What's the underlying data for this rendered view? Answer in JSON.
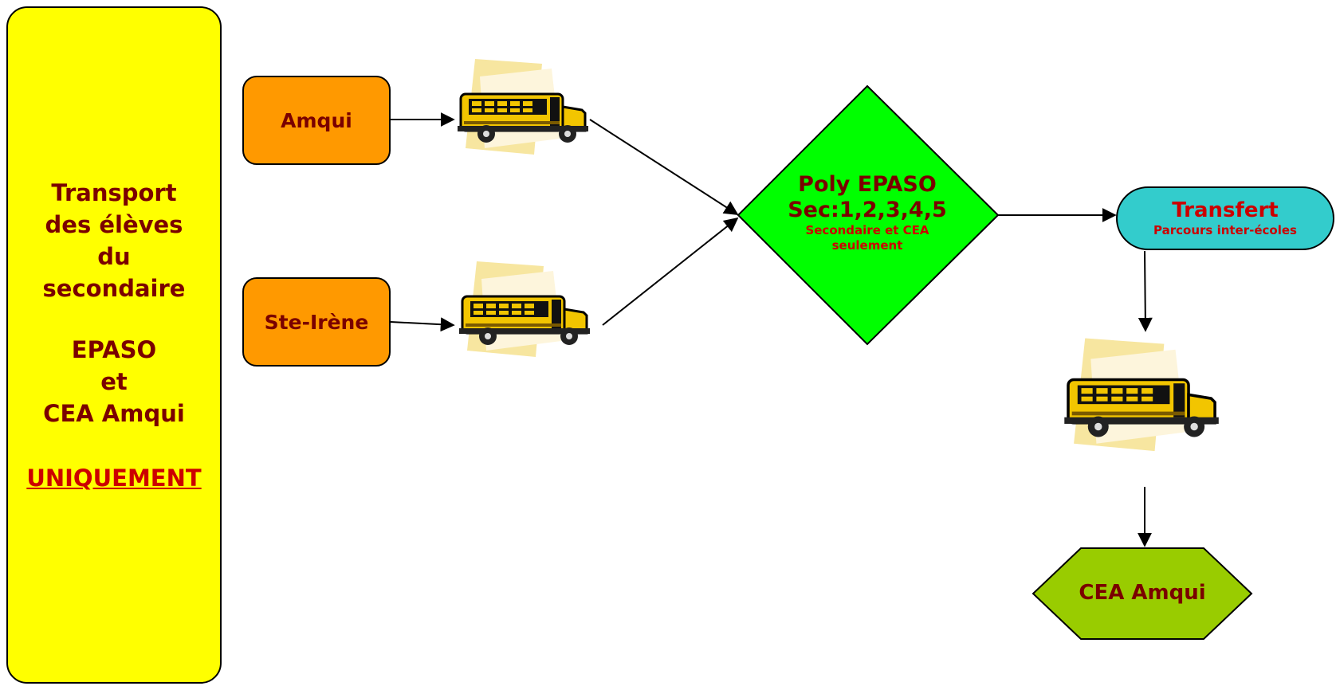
{
  "sidebar": {
    "line1": "Transport",
    "line2": "des élèves",
    "line3": "du",
    "line4": "secondaire",
    "line5": "EPASO",
    "line6": "et",
    "line7": "CEA Amqui",
    "line8": "UNIQUEMENT"
  },
  "nodes": {
    "amqui": "Amqui",
    "ste_irene": "Ste-Irène",
    "poly_title": "Poly EPASO",
    "poly_grades": "Sec:1,2,3,4,5",
    "poly_note_1": "Secondaire et CEA",
    "poly_note_2": "seulement",
    "transfert_title": "Transfert",
    "transfert_sub": "Parcours inter-écoles",
    "cea": "CEA Amqui"
  },
  "colors": {
    "sidebar": "#ffff00",
    "origin_box": "#ff9900",
    "diamond": "#00ff00",
    "pill": "#33cccc",
    "hexagon": "#99cc00",
    "text_dark_red": "#7a0000",
    "text_red": "#cc0000",
    "bus_body": "#f2c500"
  },
  "icons": [
    "school-bus-icon"
  ]
}
